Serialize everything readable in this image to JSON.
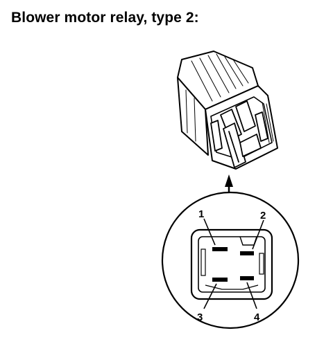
{
  "title": "Blower motor relay, type 2:",
  "connector": {
    "pins": [
      {
        "number": "1"
      },
      {
        "number": "2"
      },
      {
        "number": "3"
      },
      {
        "number": "4"
      }
    ]
  },
  "colors": {
    "ink": "#000000",
    "paper": "#ffffff"
  }
}
